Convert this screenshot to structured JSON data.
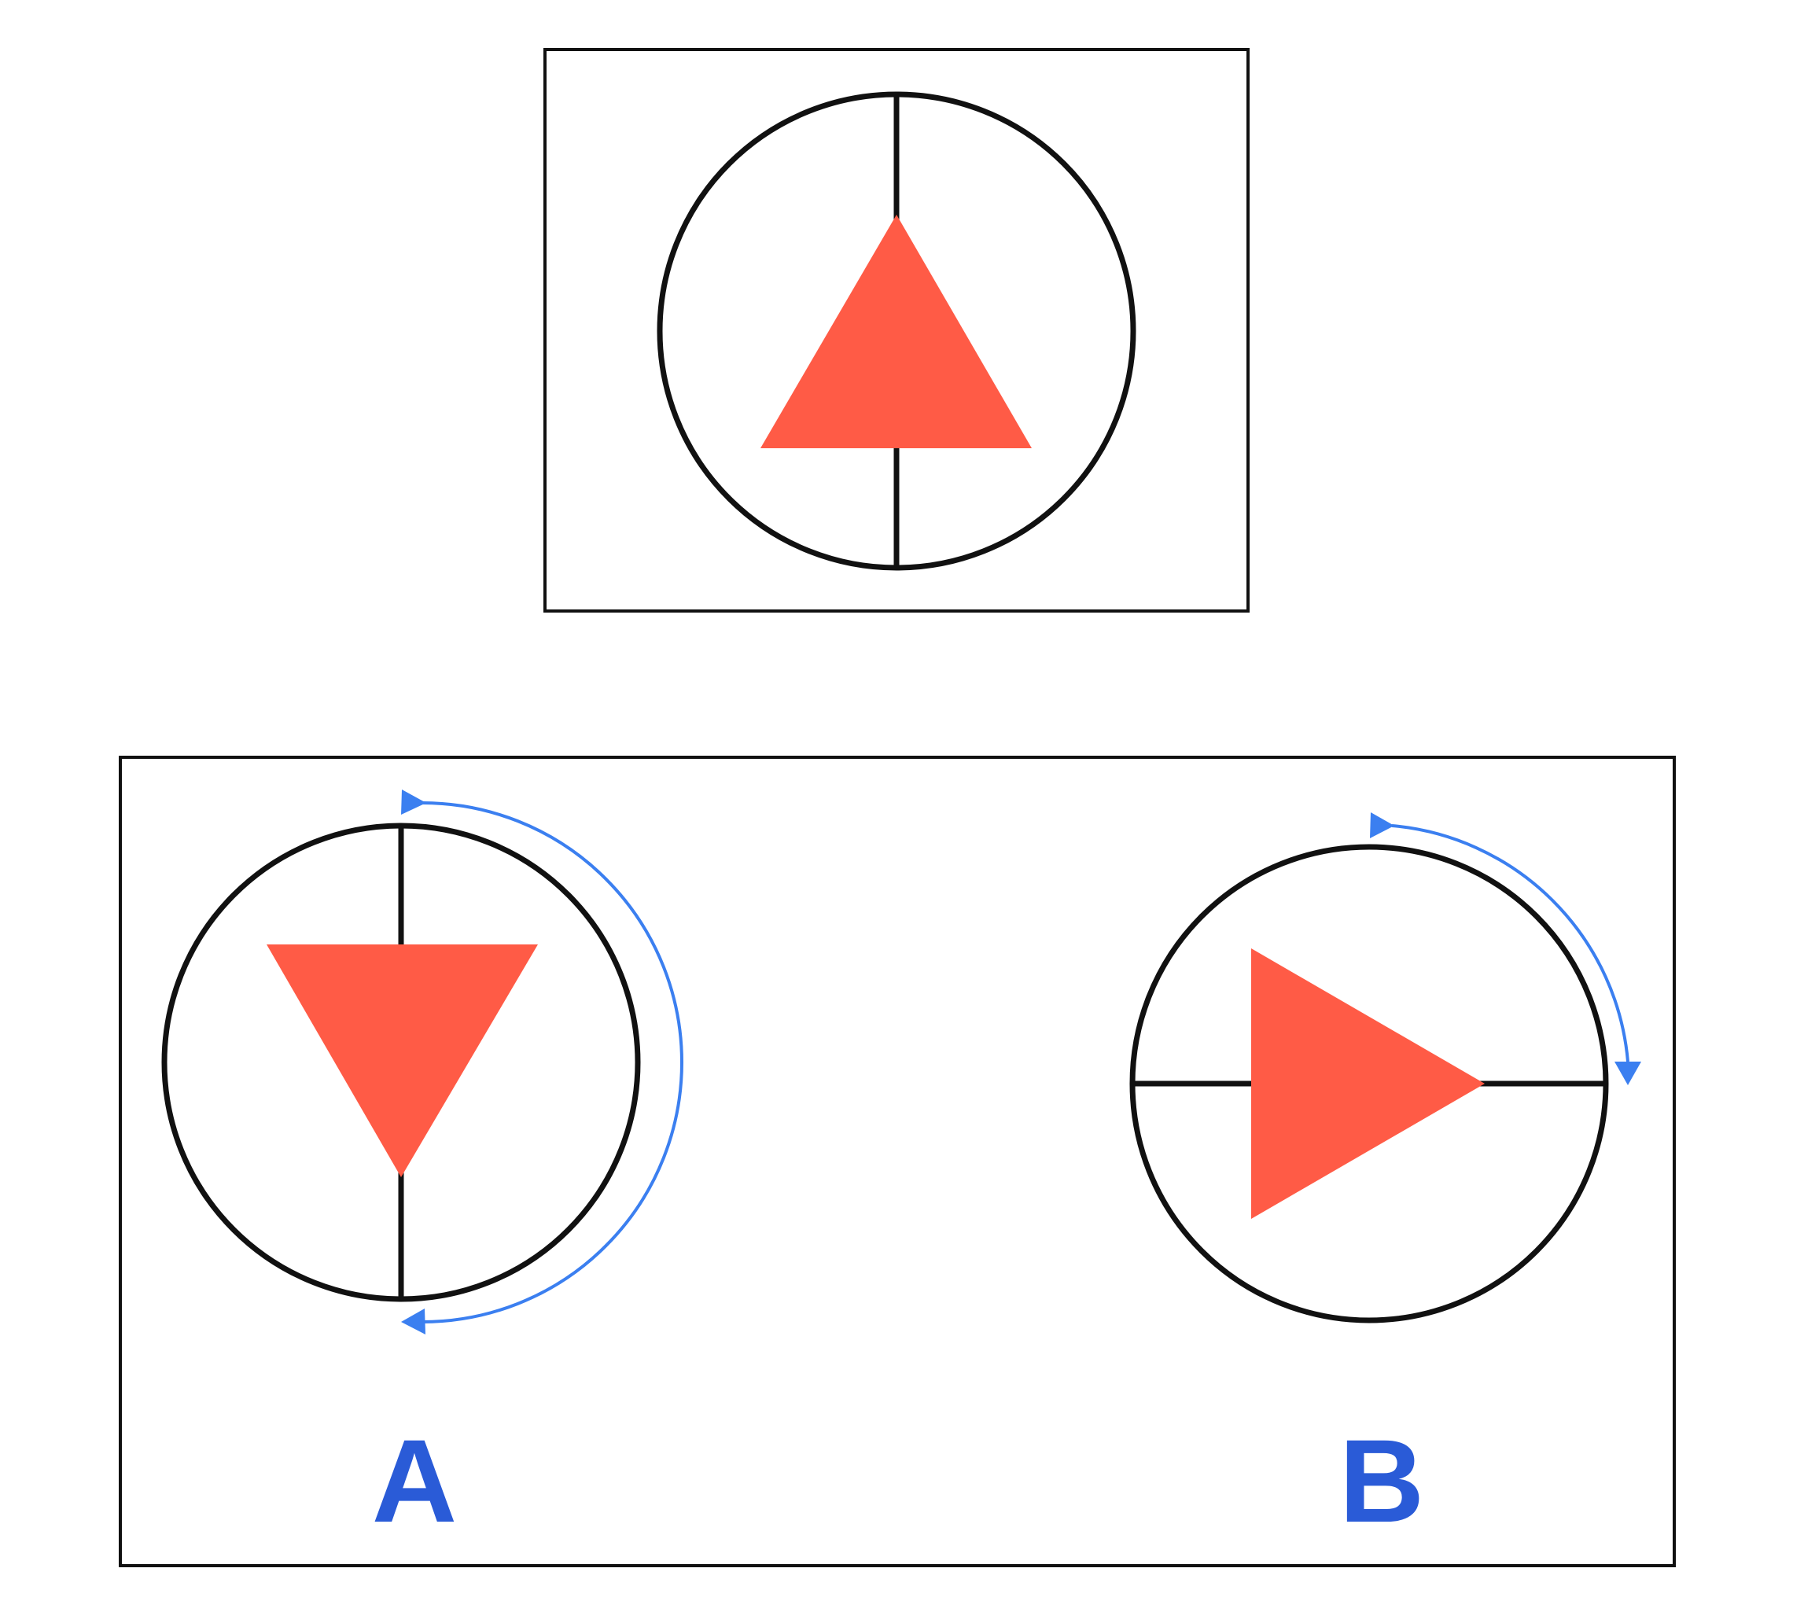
{
  "colors": {
    "outline": "#111111",
    "shape": "#ff5b46",
    "rotation_arrow": "#3b7ff0",
    "option_label": "#2a5bd7"
  },
  "reference": {
    "shape": "triangle",
    "pointing": "up",
    "axis": "vertical"
  },
  "options": [
    {
      "label": "A",
      "shape": "triangle",
      "pointing": "down",
      "axis": "vertical",
      "rotation_arrow": "clockwise-half-turn"
    },
    {
      "label": "B",
      "shape": "triangle",
      "pointing": "right",
      "axis": "horizontal",
      "rotation_arrow": "clockwise-quarter-turn"
    }
  ]
}
